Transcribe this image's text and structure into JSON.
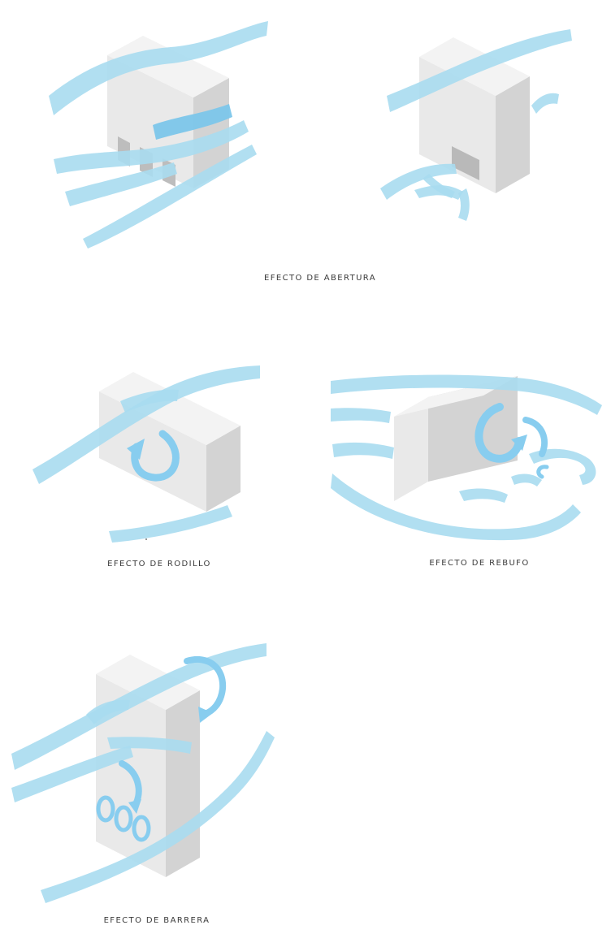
{
  "figures": {
    "abertura": {
      "caption": "EFECTO DE ABERTURA"
    },
    "rodillo": {
      "caption": "EFECTO DE RODILLO"
    },
    "rebufo": {
      "caption": "EFECTO DE REBUFO"
    },
    "barrera": {
      "caption": "EFECTO DE BARRERA"
    }
  },
  "colors": {
    "wind": "#a9dcf0",
    "wind_strong": "#7cc6ea",
    "building_front": "#e9e9e9",
    "building_side": "#d3d3d3"
  }
}
